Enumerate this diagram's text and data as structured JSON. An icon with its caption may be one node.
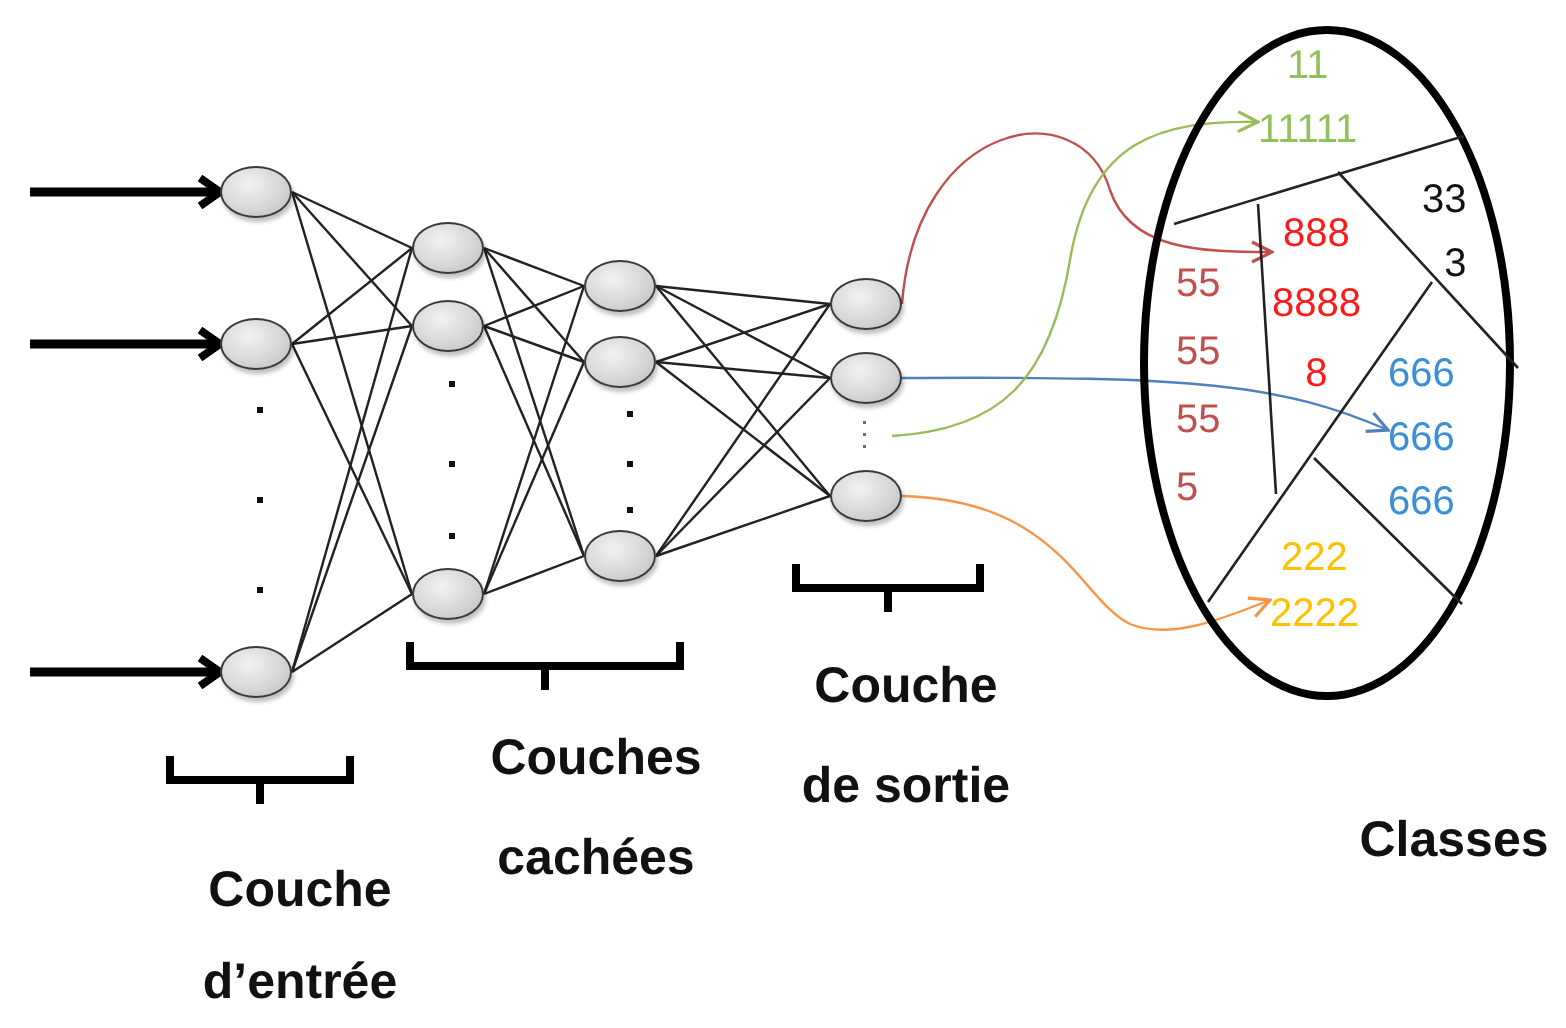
{
  "diagram": {
    "nodes": [
      {
        "text": [],
        "shape": "ellipse"
      },
      {
        "text": [],
        "shape": "ellipse"
      },
      {
        "text": [],
        "shape": "ellipse"
      },
      {
        "text": [],
        "shape": "ellipse"
      },
      {
        "text": [],
        "shape": "ellipse"
      },
      {
        "text": [],
        "shape": "ellipse"
      },
      {
        "text": [],
        "shape": "ellipse"
      },
      {
        "text": [],
        "shape": "ellipse"
      },
      {
        "text": [],
        "shape": "ellipse"
      },
      {
        "text": [],
        "shape": "ellipse"
      },
      {
        "text": [],
        "shape": "ellipse"
      },
      {
        "text": [],
        "shape": "ellipse"
      },
      {
        "text": [],
        "shape": "ellipse",
        "beside": [
          "Classes"
        ]
      },
      {
        "text": [
          "11 11111"
        ],
        "in": 12
      },
      {
        "text": [
          "33 3"
        ],
        "in": 12
      },
      {
        "text": [
          "55 55 55 5"
        ],
        "in": 12
      },
      {
        "text": [
          "888 8888 8"
        ],
        "in": 12
      },
      {
        "text": [
          "666 666 666"
        ],
        "in": 12
      },
      {
        "text": [
          "222 2222"
        ],
        "in": 12
      }
    ],
    "edges": [
      {
        "from": null,
        "to": 0,
        "arrow": "to",
        "style": "thick"
      },
      {
        "from": null,
        "to": 1,
        "arrow": "to",
        "style": "thick"
      },
      {
        "from": null,
        "to": 2,
        "arrow": "to",
        "style": "thick"
      },
      {
        "from": 0,
        "to": 3,
        "arrow": "none"
      },
      {
        "from": 0,
        "to": 4,
        "arrow": "none"
      },
      {
        "from": 0,
        "to": 5,
        "arrow": "none"
      },
      {
        "from": 1,
        "to": 3,
        "arrow": "none"
      },
      {
        "from": 1,
        "to": 4,
        "arrow": "none"
      },
      {
        "from": 1,
        "to": 5,
        "arrow": "none"
      },
      {
        "from": 2,
        "to": 3,
        "arrow": "none"
      },
      {
        "from": 2,
        "to": 4,
        "arrow": "none"
      },
      {
        "from": 2,
        "to": 5,
        "arrow": "none"
      },
      {
        "from": 3,
        "to": 6,
        "arrow": "none"
      },
      {
        "from": 3,
        "to": 7,
        "arrow": "none"
      },
      {
        "from": 3,
        "to": 8,
        "arrow": "none"
      },
      {
        "from": 4,
        "to": 6,
        "arrow": "none"
      },
      {
        "from": 4,
        "to": 7,
        "arrow": "none"
      },
      {
        "from": 4,
        "to": 8,
        "arrow": "none"
      },
      {
        "from": 5,
        "to": 6,
        "arrow": "none"
      },
      {
        "from": 5,
        "to": 7,
        "arrow": "none"
      },
      {
        "from": 5,
        "to": 8,
        "arrow": "none"
      },
      {
        "from": 6,
        "to": 9,
        "arrow": "none"
      },
      {
        "from": 6,
        "to": 10,
        "arrow": "none"
      },
      {
        "from": 6,
        "to": 11,
        "arrow": "none"
      },
      {
        "from": 7,
        "to": 9,
        "arrow": "none"
      },
      {
        "from": 7,
        "to": 10,
        "arrow": "none"
      },
      {
        "from": 7,
        "to": 11,
        "arrow": "none"
      },
      {
        "from": 8,
        "to": 9,
        "arrow": "none"
      },
      {
        "from": 8,
        "to": 10,
        "arrow": "none"
      },
      {
        "from": 8,
        "to": 11,
        "arrow": "none"
      },
      {
        "from": 9,
        "to": 16,
        "arrow": "to",
        "color": "#c0504d"
      },
      {
        "from": 10,
        "to": 17,
        "arrow": "to",
        "color": "#4f81bd"
      },
      {
        "from": null,
        "to": 13,
        "arrow": "to",
        "color": "#9bbb59"
      },
      {
        "from": 11,
        "to": 18,
        "arrow": "to",
        "color": "#f79646"
      }
    ],
    "labels": [
      "Couche d’entrée",
      "Couches cachées",
      "Couche de sortie"
    ]
  }
}
